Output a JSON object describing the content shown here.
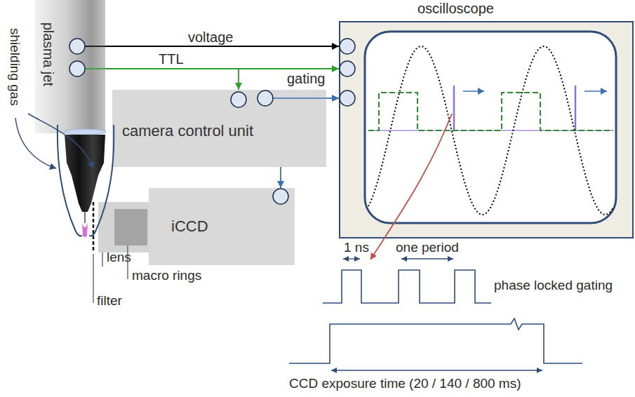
{
  "diagram": {
    "nodes": [
      {
        "text": [
          "plasma jet"
        ]
      },
      {
        "text": [
          "camera control unit"
        ]
      },
      {
        "text": [
          "iCCD"
        ]
      },
      {
        "text": [
          "oscilloscope"
        ]
      }
    ],
    "edges": [
      {
        "from": 0,
        "to": 3,
        "arrow": "to",
        "label": "voltage"
      },
      {
        "from": 0,
        "to": 3,
        "arrow": "to",
        "label": "TTL"
      },
      {
        "from": 0,
        "to": 1,
        "arrow": "to"
      },
      {
        "from": 1,
        "to": 3,
        "arrow": "to",
        "label": "gating"
      },
      {
        "from": 1,
        "to": 2,
        "arrow": "to"
      }
    ],
    "labels": [
      "shielding gas",
      "lens",
      "macro rings",
      "filter",
      "1 ns",
      "one period",
      "phase locked gating",
      "CCD exposure time (20 / 140 / 800 ms)"
    ]
  }
}
